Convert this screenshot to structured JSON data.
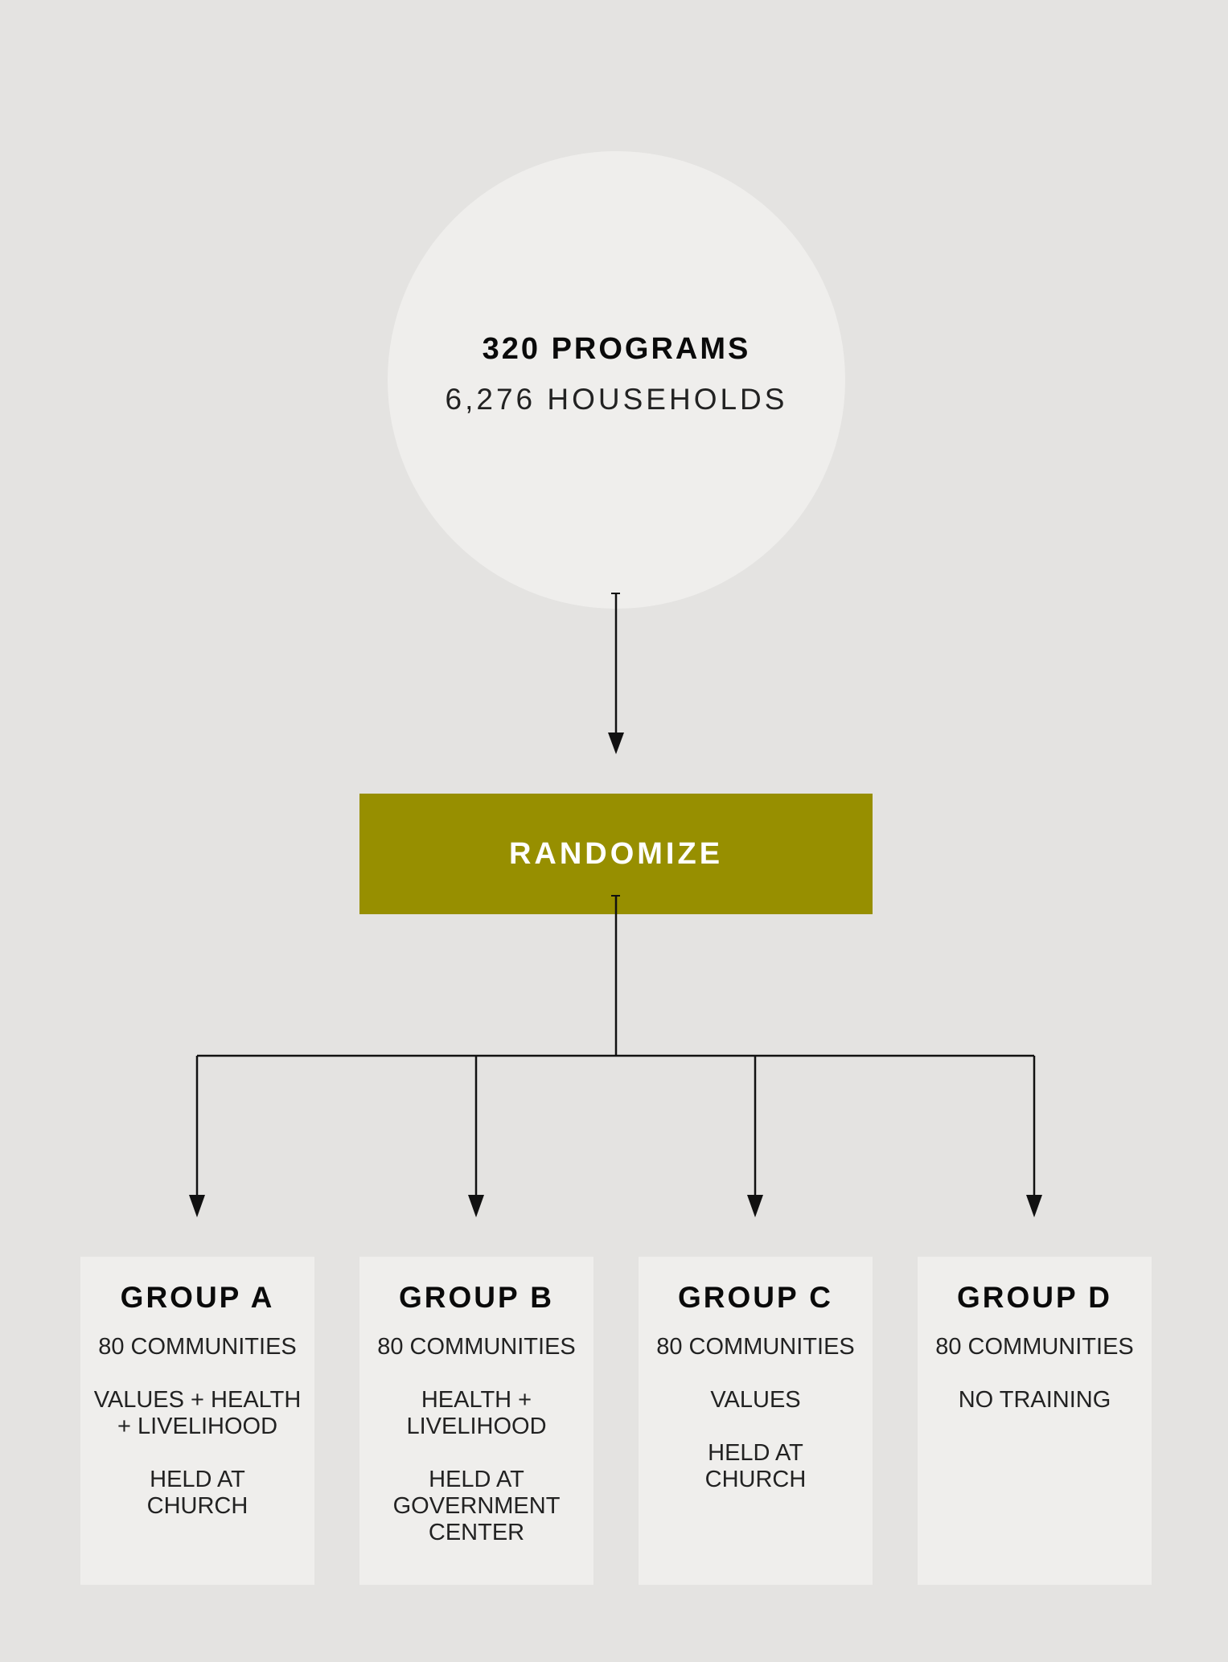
{
  "top": {
    "title": "320 PROGRAMS",
    "subtitle": "6,276 HOUSEHOLDS"
  },
  "randomize": {
    "label": "RANDOMIZE"
  },
  "colors": {
    "background": "#e4e3e1",
    "panel": "#efeeec",
    "accent": "#978f00",
    "line": "#111111"
  },
  "groups": [
    {
      "title": "GROUP A",
      "lines": [
        "80 COMMUNITIES",
        "VALUES + HEALTH\n+ LIVELIHOOD",
        "HELD AT\nCHURCH"
      ]
    },
    {
      "title": "GROUP B",
      "lines": [
        "80 COMMUNITIES",
        "HEALTH +\nLIVELIHOOD",
        "HELD AT\nGOVERNMENT\nCENTER"
      ]
    },
    {
      "title": "GROUP C",
      "lines": [
        "80 COMMUNITIES",
        "VALUES",
        "HELD AT\nCHURCH"
      ]
    },
    {
      "title": "GROUP D",
      "lines": [
        "80 COMMUNITIES",
        "NO TRAINING"
      ]
    }
  ]
}
